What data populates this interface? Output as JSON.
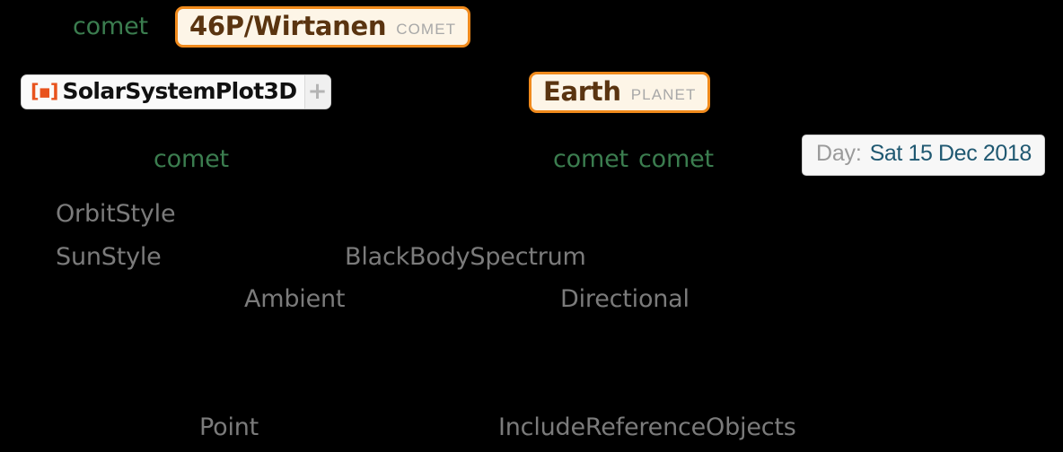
{
  "theme": {
    "background": "#000000",
    "symbol_green": "#3b7d4f",
    "builtin_gray": "#7b7b7b",
    "entity_border": "#f08a1c",
    "entity_fill": "#fdf5e7",
    "entity_text": "#5a3410",
    "entity_type_text": "#a8a8a8",
    "resource_badge": "#e8531d",
    "day_value_blue": "#1f5871"
  },
  "line1": {
    "symbol": "comet",
    "entity": {
      "name": "46P/Wirtanen",
      "type": "COMET"
    }
  },
  "line2": {
    "resource_function": {
      "badge": "[▪]",
      "label": "SolarSystemPlot3D",
      "add_label": "+"
    },
    "entity": {
      "name": "Earth",
      "type": "PLANET"
    }
  },
  "line3": {
    "symbol_left": "comet",
    "symbol_mid_1": "comet",
    "symbol_mid_2": "comet",
    "day_control": {
      "label": "Day:",
      "value": "Sat 15 Dec 2018"
    }
  },
  "options": {
    "orbit_style": "OrbitStyle",
    "sun_style": "SunStyle",
    "black_body_spectrum": "BlackBodySpectrum",
    "ambient": "Ambient",
    "directional": "Directional",
    "point": "Point",
    "include_reference_objects": "IncludeReferenceObjects"
  }
}
